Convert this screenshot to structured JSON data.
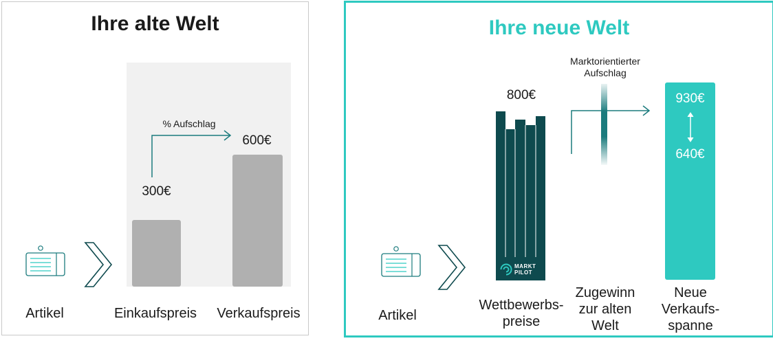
{
  "colors": {
    "teal": "#2ec9c0",
    "dark_teal": "#0e4a4e",
    "arrow_teal": "#1b7b7d",
    "gray_bg": "#f1f1f1",
    "gray_bar": "#b0b0b0"
  },
  "old_world": {
    "title": "Ihre alte Welt",
    "article_label": "Artikel",
    "markup_label": "% Aufschlag",
    "purchase_value": "300€",
    "sale_value": "600€",
    "purchase_label": "Einkaufspreis",
    "sale_label": "Verkaufspreis",
    "icons": [
      "article-icon",
      "chevron-right-icon",
      "arrow-right-icon"
    ]
  },
  "new_world": {
    "title": "Ihre neue Welt",
    "article_label": "Artikel",
    "competitor_value": "800€",
    "competitor_label_line1": "Wettbewerbs-",
    "competitor_label_line2": "preise",
    "brand_line1": "MARKT",
    "brand_line2": "PILOT",
    "market_markup_line1": "Marktorientierter",
    "market_markup_line2": "Aufschlag",
    "gain_line1": "Zugewinn",
    "gain_line2": "zur alten",
    "gain_line3": "Welt",
    "span_top_value": "930€",
    "span_bottom_value": "640€",
    "span_label_line1": "Neue",
    "span_label_line2": "Verkaufs-",
    "span_label_line3": "spanne",
    "icons": [
      "article-icon",
      "chevron-right-icon",
      "arrow-right-icon",
      "double-arrow-icon",
      "marktpilot-logo-icon"
    ]
  }
}
